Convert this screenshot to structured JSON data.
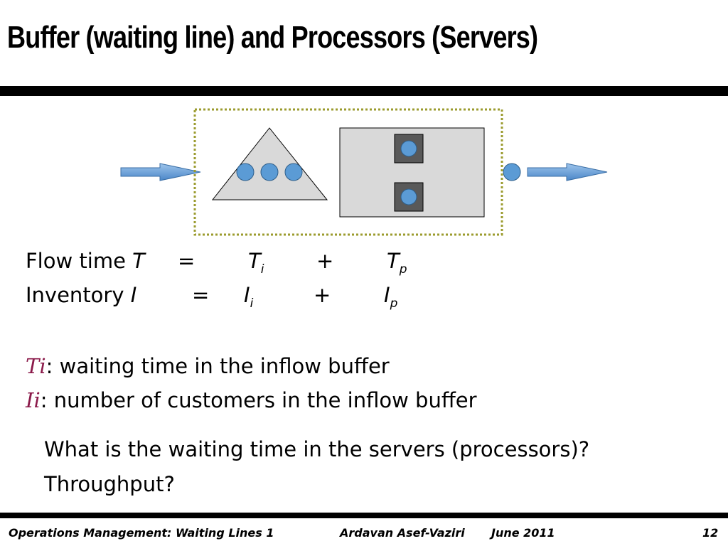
{
  "title": "Buffer (waiting line) and Processors (Servers)",
  "equations": {
    "flow": {
      "label": "Flow time",
      "var": "T",
      "eq": "=",
      "t1": "T",
      "t1_sub": "i",
      "plus": "+",
      "t2": "T",
      "t2_sub": "p"
    },
    "inventory": {
      "label": "Inventory",
      "var": "I",
      "eq": "=",
      "t1": "I",
      "t1_sub": "i",
      "plus": "+",
      "t2": "I",
      "t2_sub": "p"
    }
  },
  "definitions": [
    {
      "symbol": "Ti",
      "text": ": waiting time in the inflow buffer"
    },
    {
      "symbol": "Ii",
      "text": ": number of customers in the inflow buffer"
    }
  ],
  "questions": [
    "What is the waiting time in the servers (processors)?",
    "Throughput?"
  ],
  "footer": {
    "course": "Operations Management: Waiting Lines 1",
    "author": "Ardavan Asef-Vaziri",
    "date": "June 2011",
    "page": "12"
  },
  "colors": {
    "circle": "#5b9bd5",
    "arrow": "#5b9bd5",
    "buffer": "#d9d9d9",
    "server_box": "#595959",
    "dotted_border": "#9b9b2e"
  }
}
